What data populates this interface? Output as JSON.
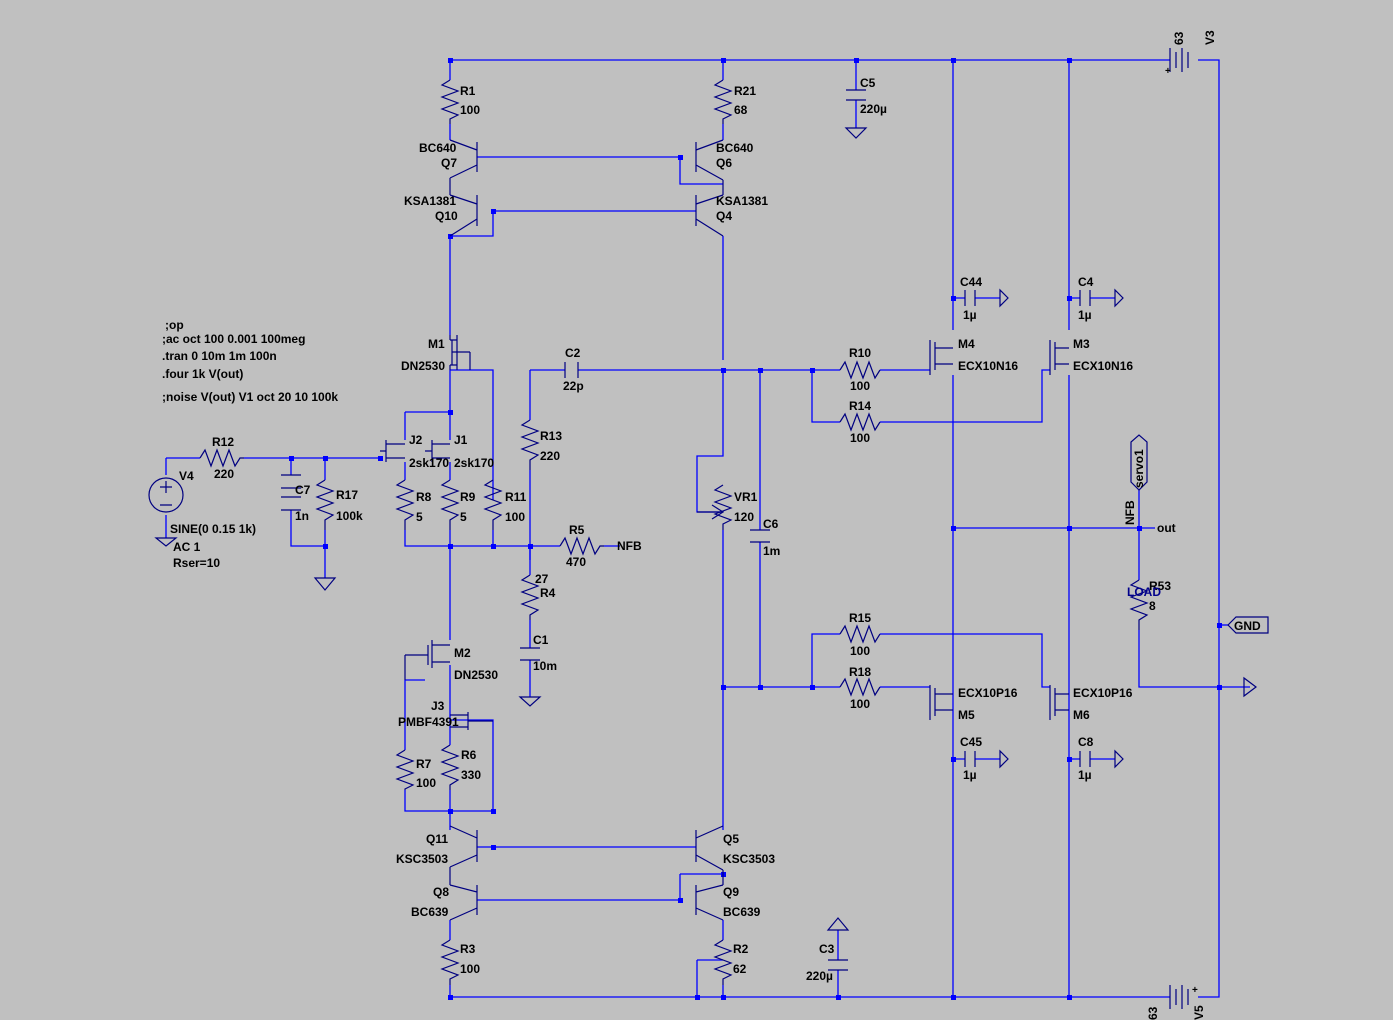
{
  "directives": [
    ";op",
    ";ac oct 100 0.001 100meg",
    ".tran 0 10m 1m 100n",
    ".four 1k  V(out)",
    ";noise V(out) V1 oct 20 10 100k"
  ],
  "components": {
    "R1": {
      "ref": "R1",
      "value": "100"
    },
    "R21": {
      "ref": "R21",
      "value": "68"
    },
    "C5": {
      "ref": "C5",
      "value": "220µ"
    },
    "V3": {
      "ref": "V3",
      "value": "63"
    },
    "Q7": {
      "ref": "Q7",
      "value": "BC640"
    },
    "Q6": {
      "ref": "Q6",
      "value": "BC640"
    },
    "Q10": {
      "ref": "Q10",
      "value": "KSA1381"
    },
    "Q4": {
      "ref": "Q4",
      "value": "KSA1381"
    },
    "C44": {
      "ref": "C44",
      "value": "1µ"
    },
    "C4": {
      "ref": "C4",
      "value": "1µ"
    },
    "M1": {
      "ref": "M1",
      "value": "DN2530"
    },
    "M4": {
      "ref": "M4",
      "value": "ECX10N16"
    },
    "M3": {
      "ref": "M3",
      "value": "ECX10N16"
    },
    "C2": {
      "ref": "C2",
      "value": "22p"
    },
    "R10": {
      "ref": "R10",
      "value": "100"
    },
    "R14": {
      "ref": "R14",
      "value": "100"
    },
    "R12": {
      "ref": "R12",
      "value": "220"
    },
    "J2": {
      "ref": "J2",
      "value": "2sk170"
    },
    "J1": {
      "ref": "J1",
      "value": "2sk170"
    },
    "R13": {
      "ref": "R13",
      "value": "220"
    },
    "V4": {
      "ref": "V4",
      "value": "SINE(0 0.15 1k)",
      "ac": "AC 1",
      "rser": "Rser=10"
    },
    "C7": {
      "ref": "C7",
      "value": "1n"
    },
    "R17": {
      "ref": "R17",
      "value": "100k"
    },
    "R8": {
      "ref": "R8",
      "value": "5"
    },
    "R9": {
      "ref": "R9",
      "value": "5"
    },
    "R11": {
      "ref": "R11",
      "value": "100"
    },
    "VR1": {
      "ref": "VR1",
      "value": "120"
    },
    "C6": {
      "ref": "C6",
      "value": "1m"
    },
    "R5": {
      "ref": "R5",
      "value": "470"
    },
    "R53": {
      "ref": "R53",
      "value": "8",
      "label": "LOAD"
    },
    "R4": {
      "ref": "R4",
      "value": "27"
    },
    "C1": {
      "ref": "C1",
      "value": "10m"
    },
    "R15": {
      "ref": "R15",
      "value": "100"
    },
    "R18": {
      "ref": "R18",
      "value": "100"
    },
    "M2": {
      "ref": "M2",
      "value": "DN2530"
    },
    "J3": {
      "ref": "J3",
      "value": "PMBF4391"
    },
    "M5": {
      "ref": "M5",
      "value": "ECX10P16"
    },
    "M6": {
      "ref": "M6",
      "value": "ECX10P16"
    },
    "R6": {
      "ref": "R6",
      "value": "330"
    },
    "R7": {
      "ref": "R7",
      "value": "100"
    },
    "C45": {
      "ref": "C45",
      "value": "1µ"
    },
    "C8": {
      "ref": "C8",
      "value": "1µ"
    },
    "Q11": {
      "ref": "Q11",
      "value": "KSC3503"
    },
    "Q5": {
      "ref": "Q5",
      "value": "KSC3503"
    },
    "Q8": {
      "ref": "Q8",
      "value": "BC639"
    },
    "Q9": {
      "ref": "Q9",
      "value": "BC639"
    },
    "R3": {
      "ref": "R3",
      "value": "100"
    },
    "R2": {
      "ref": "R2",
      "value": "62"
    },
    "C3": {
      "ref": "C3",
      "value": "220µ"
    },
    "V5": {
      "ref": "V5",
      "value": "63"
    }
  },
  "nets": {
    "nfb_r5": "NFB",
    "nfb_vertical": "NFB",
    "out": "out",
    "servo": "servo1",
    "gnd": "GND"
  },
  "colors": {
    "background": "#c0c0c0",
    "wire": "#0000ff",
    "symbol": "#000080",
    "text": "#000000"
  }
}
